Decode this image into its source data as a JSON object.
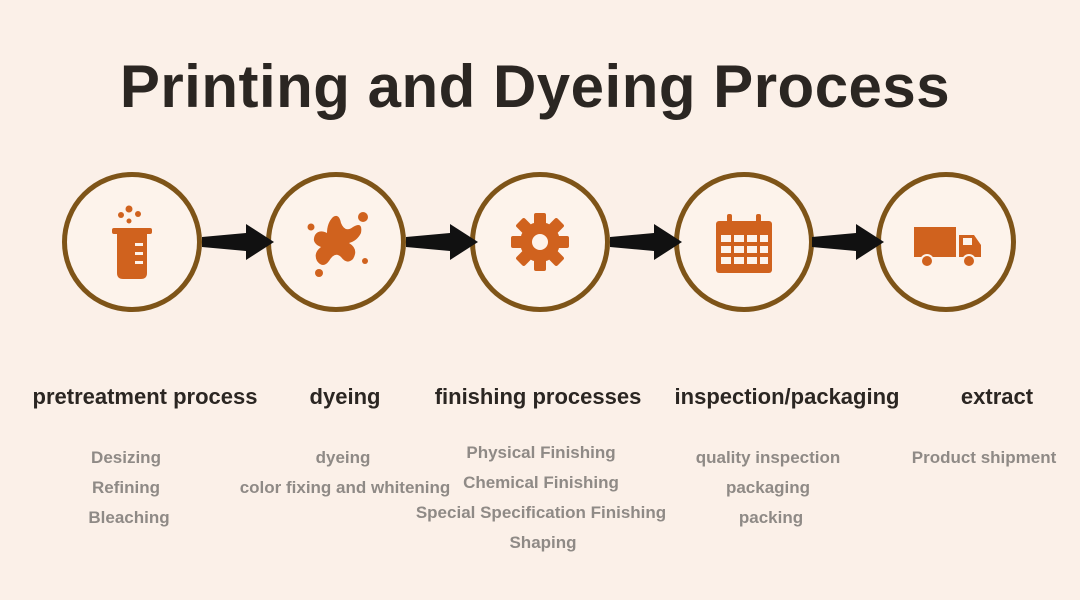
{
  "title": "Printing and Dyeing Process",
  "accent_color": "#d0621e",
  "ring_color": "#7e5418",
  "steps": [
    {
      "icon": "beaker-icon",
      "title": "pretreatment process",
      "details": [
        "Desizing",
        "Refining",
        "Bleaching"
      ]
    },
    {
      "icon": "paint-splash-icon",
      "title": "dyeing",
      "details": [
        "dyeing",
        "color fixing and whitening"
      ]
    },
    {
      "icon": "gear-icon",
      "title": "finishing processes",
      "details": [
        "Physical Finishing",
        "Chemical Finishing",
        "Special Specification Finishing",
        "Shaping"
      ]
    },
    {
      "icon": "calendar-icon",
      "title": "inspection/packaging",
      "details": [
        "quality inspection",
        "packaging",
        "packing"
      ]
    },
    {
      "icon": "truck-icon",
      "title": "extract",
      "details": [
        "Product shipment"
      ]
    }
  ]
}
